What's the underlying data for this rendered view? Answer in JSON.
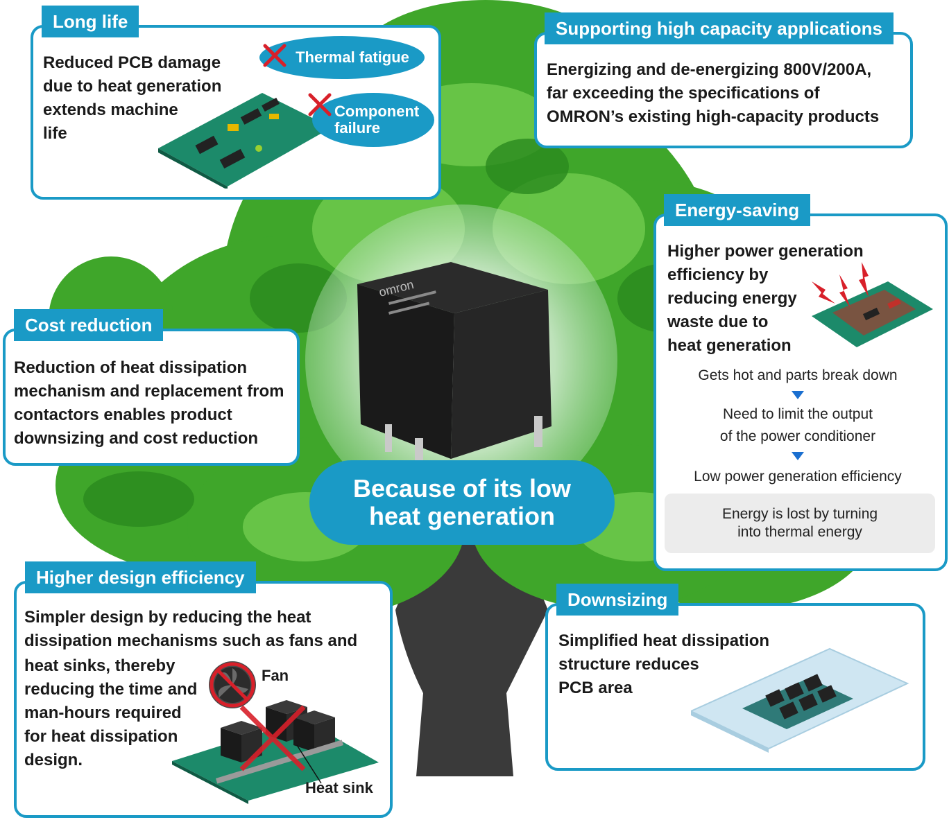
{
  "central_label": "Because of its low\nheat generation",
  "relay_marking": "omron",
  "cards": {
    "long_life": {
      "title": "Long life",
      "text": "Reduced PCB damage\ndue to heat generation\nextends machine\nlife",
      "bubble_thermal": "Thermal fatigue",
      "bubble_component": "Component\nfailure"
    },
    "capacity": {
      "title": "Supporting high capacity applications",
      "text": "Energizing and de-energizing 800V/200A,\nfar exceeding the specifications of\nOMRON’s existing high-capacity products"
    },
    "energy": {
      "title": "Energy-saving",
      "text": "Higher power generation\nefficiency by\nreducing energy\nwaste due to\nheat generation",
      "flow": [
        "Gets hot and parts break down",
        "Need to limit the output\nof the power conditioner",
        "Low power generation efficiency"
      ],
      "note": "Energy is lost by turning\ninto thermal energy"
    },
    "cost": {
      "title": "Cost reduction",
      "text": "Reduction of heat dissipation\nmechanism and replacement from\ncontactors enables product\ndownsizing and cost reduction"
    },
    "design": {
      "title": "Higher design efficiency",
      "text_top": "Simpler design by reducing the heat\ndissipation mechanisms such as fans and",
      "text_rest": "heat sinks, thereby\nreducing the time and\nman-hours required\nfor heat dissipation\ndesign.",
      "fan_label": "Fan",
      "heatsink_label": "Heat sink"
    },
    "downsizing": {
      "title": "Downsizing",
      "text": "Simplified heat dissipation\nstructure reduces\nPCB area"
    }
  },
  "colors": {
    "accent": "#1a9ac6",
    "tree": "#3a3a3a",
    "leaf": "#3fa62a",
    "red": "#d8202a",
    "pcb": "#1c8a6a"
  }
}
